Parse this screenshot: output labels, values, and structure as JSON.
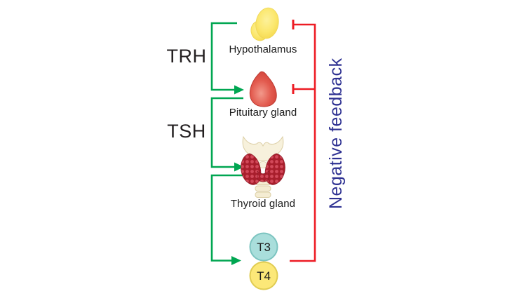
{
  "diagram": {
    "nodes": {
      "hypothalamus": {
        "label": "Hypothalamus"
      },
      "pituitary": {
        "label": "Pituitary gland"
      },
      "thyroid": {
        "label": "Thyroid gland"
      },
      "t3": {
        "label": "T3"
      },
      "t4": {
        "label": "T4"
      }
    },
    "hormones": {
      "trh": "TRH",
      "tsh": "TSH"
    },
    "feedback_label": "Negative feedback"
  },
  "colors": {
    "stimulation_green": "#00a651",
    "inhibition_red": "#ed1c24",
    "feedback_text_blue": "#2e3192",
    "t3_fill": "#a9dedb",
    "t3_stroke": "#7cc4c0",
    "t4_fill": "#fce878",
    "t4_stroke": "#e0cc52",
    "hypothalamus_yellow": "#fbe76d",
    "pituitary_red": "#e2594d",
    "thyroid_red": "#a81e2c",
    "cartilage_cream": "#f7f1dc"
  }
}
